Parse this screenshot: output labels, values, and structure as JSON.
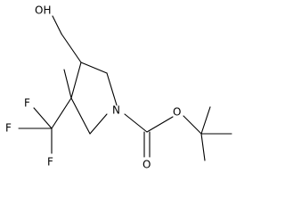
{
  "molecule": {
    "atoms": {
      "hydroxyl": "OH",
      "nitrogen": "N",
      "ester_oxygen": "O",
      "carbonyl_oxygen": "O",
      "fluorine_left": "F",
      "fluorine_top": "F",
      "fluorine_bottom": "F"
    }
  },
  "colors": {
    "bond": "#000000",
    "text": "#000000",
    "background": "#ffffff"
  }
}
